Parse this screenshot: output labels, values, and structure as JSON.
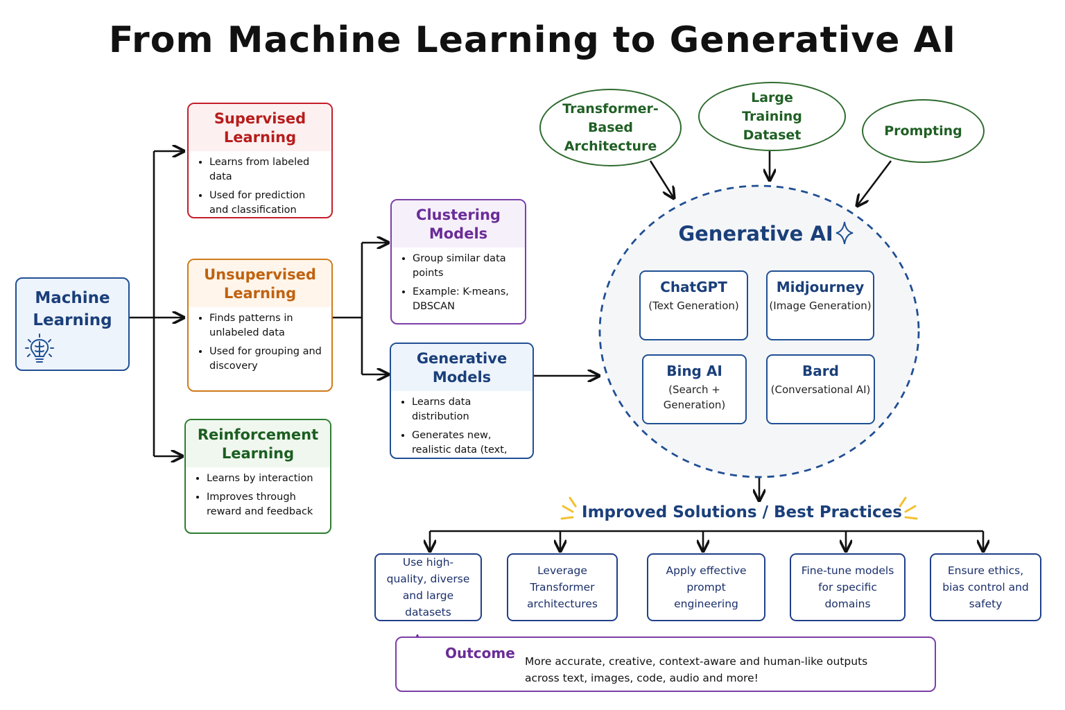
{
  "title": "From Machine Learning to Generative AI",
  "machine_learning": {
    "label": "Machine Learning",
    "icon": "lightbulb-brain-icon"
  },
  "learning_types": [
    {
      "title": "Supervised Learning",
      "bullets": [
        "Learns from labeled data",
        "Used for prediction and classification"
      ],
      "color": "#c41e2a"
    },
    {
      "title": "Unsupervised Learning",
      "bullets": [
        "Finds patterns in unlabeled data",
        "Used for grouping and discovery"
      ],
      "color": "#d07a1a"
    },
    {
      "title": "Reinforcement Learning",
      "bullets": [
        "Learns by interaction",
        "Improves through reward and feedback"
      ],
      "color": "#2e7d32"
    }
  ],
  "model_types": [
    {
      "title": "Clustering Models",
      "bullets": [
        "Group similar data points",
        "Example: K-means, DBSCAN"
      ],
      "color": "#7b3fa8"
    },
    {
      "title": "Generative Models",
      "bullets": [
        "Learns data distribution",
        "Generates new, realistic data (text, image, etc.)"
      ],
      "color": "#1f4f94"
    }
  ],
  "inputs": [
    "Transformer-Based Architecture",
    "Large Training Dataset",
    "Prompting"
  ],
  "generative_ai": {
    "title": "Generative AI",
    "icon": "sparkle-icon",
    "tools": [
      {
        "name": "ChatGPT",
        "desc": "(Text Generation)"
      },
      {
        "name": "Midjourney",
        "desc": "(Image Generation)"
      },
      {
        "name": "Bing AI",
        "desc": "(Search + Generation)"
      },
      {
        "name": "Bard",
        "desc": "(Conversational AI)"
      }
    ]
  },
  "improved": {
    "title": "Improved Solutions / Best Practices",
    "items": [
      "Use high-quality, diverse and large datasets",
      "Leverage Transformer architectures",
      "Apply effective prompt engineering",
      "Fine-tune models for specific domains",
      "Ensure ethics, bias control and safety"
    ]
  },
  "outcome": {
    "label": "Outcome",
    "text": "More accurate, creative, context-aware and human-like outputs across text, images, code, audio and more!",
    "icons": [
      "star-icon",
      "smiley-icon"
    ]
  }
}
